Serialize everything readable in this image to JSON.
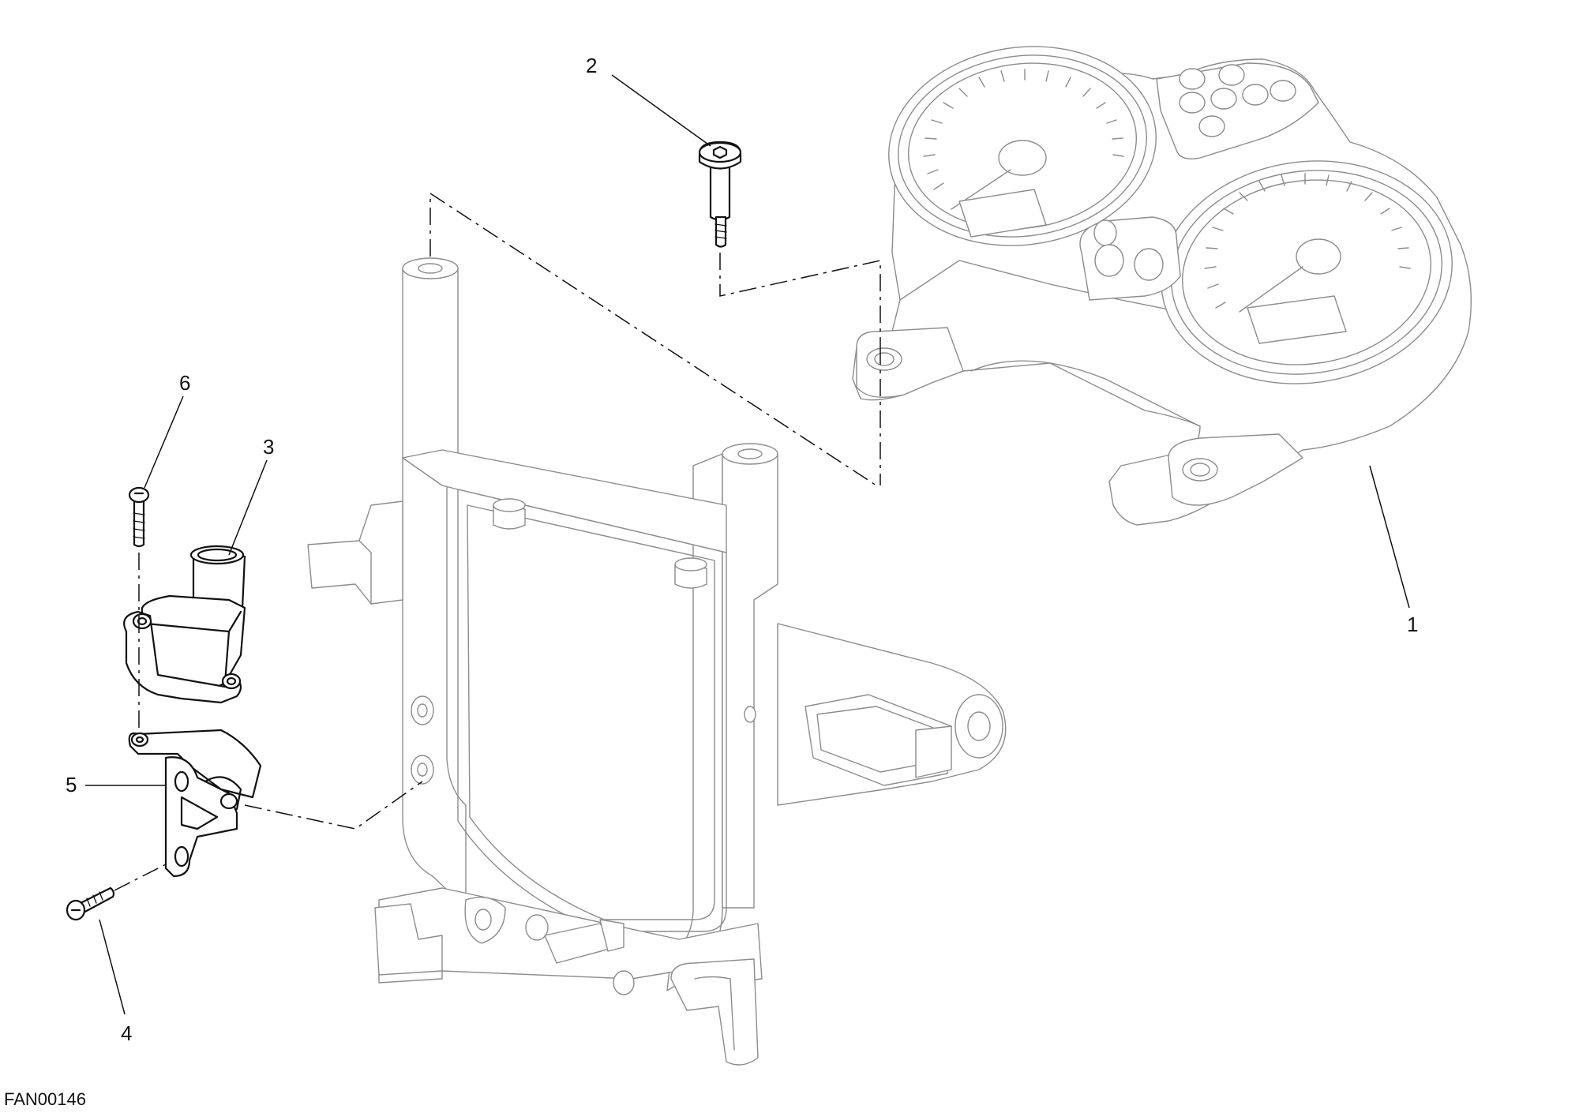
{
  "diagram": {
    "code": "FAN00146",
    "callouts": [
      "1",
      "2",
      "3",
      "4",
      "5",
      "6"
    ]
  }
}
